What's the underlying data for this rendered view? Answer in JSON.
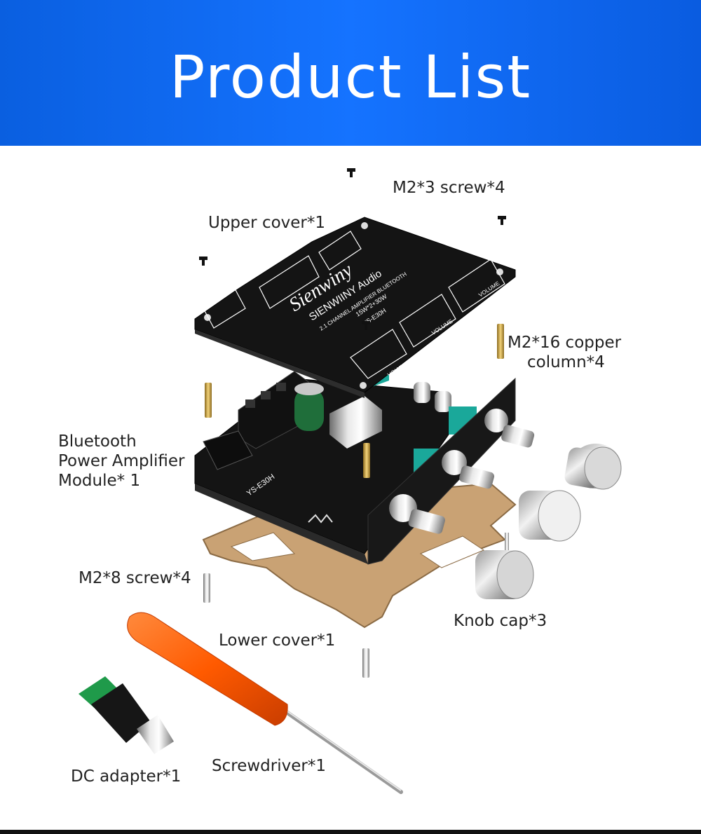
{
  "banner": {
    "title": "Product List"
  },
  "labels": {
    "m2_3_screw": "M2*3 screw*4",
    "upper_cover": "Upper cover*1",
    "copper_line1": "M2*16 copper",
    "copper_line2": "column*4",
    "module_line1": "Bluetooth",
    "module_line2": "Power Amplifier",
    "module_line3": "Module* 1",
    "m2_8_screw": "M2*8 screw*4",
    "knob_cap": "Knob cap*3",
    "lower_cover": "Lower cover*1",
    "screwdriver": "Screwdriver*1",
    "dc_adapter": "DC adapter*1"
  },
  "board_print": {
    "brand": "Sienwiny",
    "line1": "SIENWIINY Audio",
    "line2": "2.1 CHANNEL AMPLIFIER BLUETOOTH",
    "line3": "15W*2+30W",
    "model": "YS-E30H",
    "volume": "VOLUME",
    "pcb_model": "YS-E30H"
  },
  "colors": {
    "banner_blue": "#1573ff",
    "board_black": "#141414",
    "acrylic_brown": "#c9a274",
    "pcb_teal": "#1aa89a",
    "screwdriver_orange": "#ff5a00"
  }
}
